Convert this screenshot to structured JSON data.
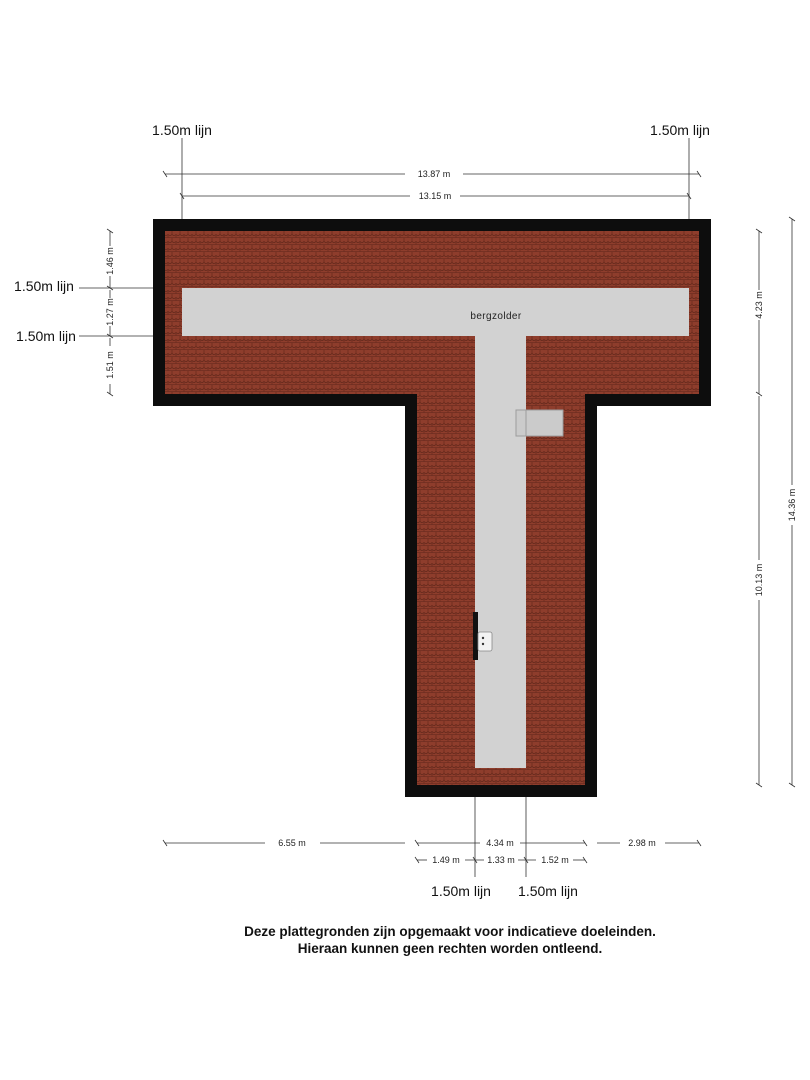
{
  "plan": {
    "room_name": "bergzolder",
    "line_label": "1.50m lijn",
    "colors": {
      "roof": "#8e3d2c",
      "wall": "#0d0d0d",
      "floor": "#d2d2d2",
      "hatch": "#c9c9c9",
      "dim": "#333333"
    }
  },
  "dimensions": {
    "top_outer": "13.87 m",
    "top_inner": "13.15 m",
    "left_top": "1.46 m",
    "left_mid": "1.27 m",
    "left_bottom": "1.51 m",
    "right_upper": "4.23 m",
    "right_lower": "10.13 m",
    "right_total": "14.36 m",
    "bottom_left": "6.55 m",
    "bottom_mid": "4.34 m",
    "bottom_right": "2.98 m",
    "bottom_sub_1": "1.49 m",
    "bottom_sub_2": "1.33 m",
    "bottom_sub_3": "1.52 m"
  },
  "disclaimer": {
    "line1": "Deze plattegronden zijn opgemaakt voor indicatieve doeleinden.",
    "line2": "Hieraan kunnen geen rechten worden ontleend."
  }
}
